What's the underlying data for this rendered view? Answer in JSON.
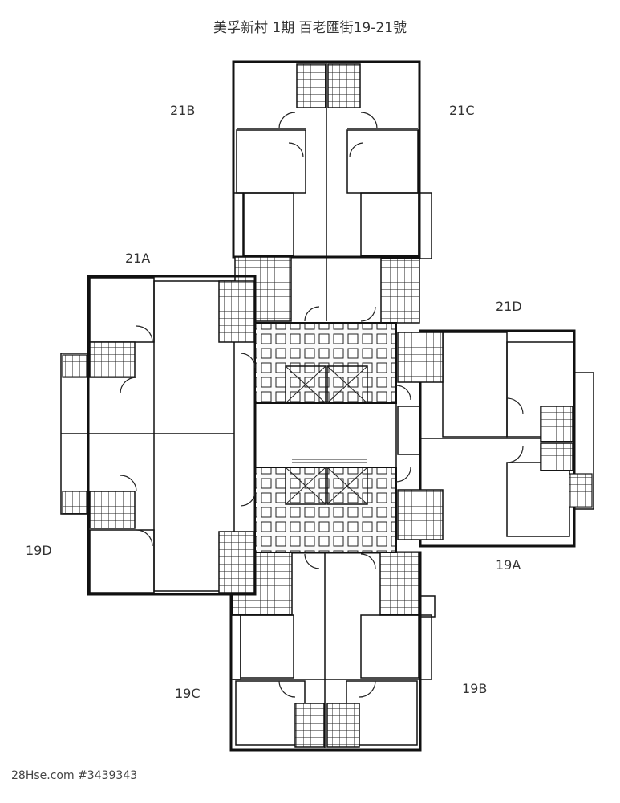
{
  "title": "美孚新村 1期 百老匯街19-21號",
  "units": {
    "21B": "21B",
    "21C": "21C",
    "21A": "21A",
    "21D": "21D",
    "19D": "19D",
    "19A": "19A",
    "19C": "19C",
    "19B": "19B"
  },
  "footer": "28Hse.com #3439343"
}
